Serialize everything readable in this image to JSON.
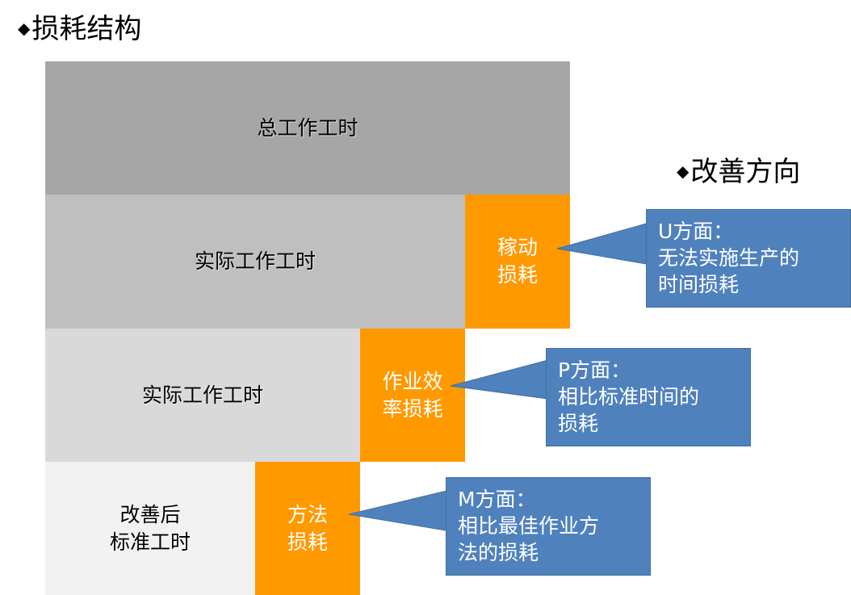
{
  "headings": {
    "structure": "损耗结构",
    "direction": "改善方向"
  },
  "blocks": {
    "total": {
      "label": "总工作工时"
    },
    "actual1": {
      "label": "实际工作工时"
    },
    "actual2": {
      "label": "实际工作工时"
    },
    "improved": {
      "lines": [
        "改善后",
        "标准工时"
      ]
    }
  },
  "losses": {
    "movement": {
      "lines": [
        "稼动",
        "损耗"
      ]
    },
    "efficiency": {
      "lines": [
        "作业效",
        "率损耗"
      ]
    },
    "method": {
      "lines": [
        "方法",
        "损耗"
      ]
    }
  },
  "callouts": {
    "u": {
      "lines": [
        "U方面：",
        "无法实施生产的",
        "时间损耗"
      ]
    },
    "p": {
      "lines": [
        "P方面：",
        "相比标准时间的",
        "损耗"
      ]
    },
    "m": {
      "lines": [
        "M方面：",
        "相比最佳作业方",
        "法的损耗"
      ]
    }
  },
  "colors": {
    "total": "#a6a6a6",
    "actual1": "#bfbfbf",
    "actual2": "#d9d9d9",
    "improved": "#f2f2f2",
    "loss": "#ff9900",
    "callout": "#4f81bd"
  }
}
